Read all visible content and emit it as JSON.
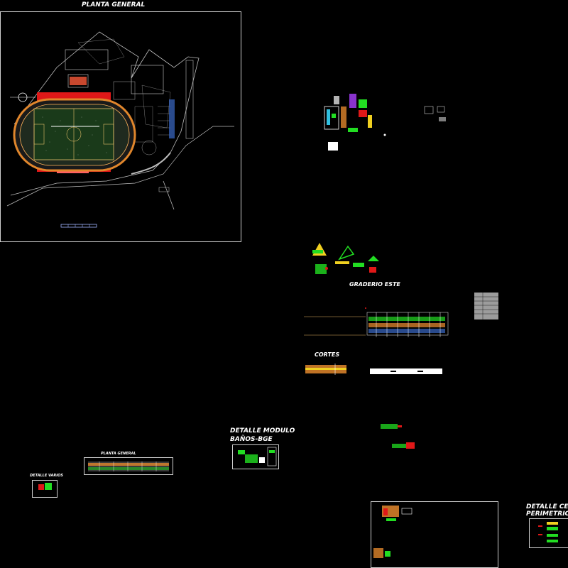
{
  "titles": {
    "planta_general_main": "PLANTA GENERAL",
    "graderio_este": "GRADERIO ESTE",
    "cortes": "CORTES",
    "detalle_modulo_line1": "DETALLE MODULO",
    "detalle_modulo_line2": "BAÑOS-BGE",
    "planta_general_small": "PLANTA GENERAL",
    "detalle_varios": "DETALLE VARIOS",
    "detalle_cerco_line1": "DETALLE CERCO",
    "detalle_cerco_line2": "PERIMETRICO"
  },
  "colors": {
    "background": "#000000",
    "frame": "#cfcfcf",
    "track": "#e0862c",
    "stands": "#e01818",
    "pitch": "#1a3a1a",
    "accent_green": "#22dd22",
    "accent_yellow": "#f0d020",
    "accent_cyan": "#30c0e0"
  }
}
